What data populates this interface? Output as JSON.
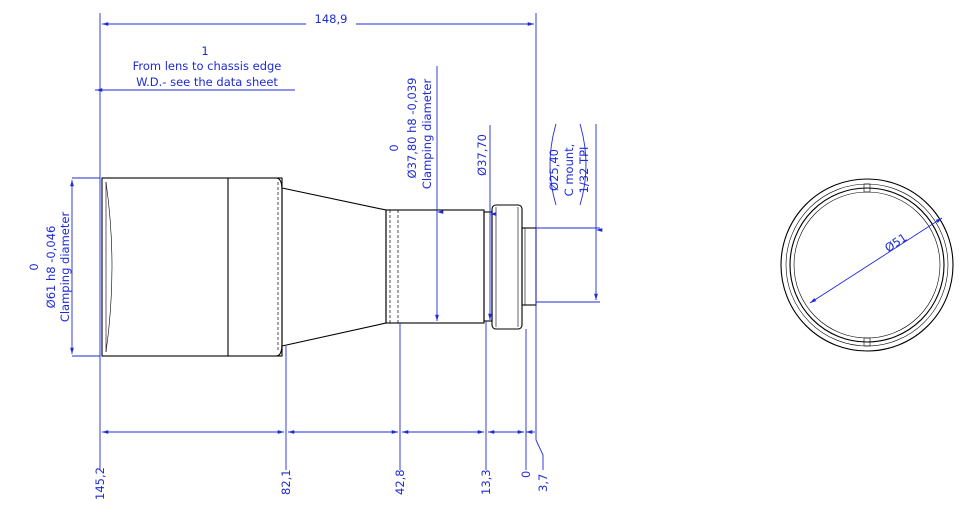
{
  "colors": {
    "outline": "#000000",
    "dimension": "#1e2bd6",
    "background": "#ffffff"
  },
  "dimensions": {
    "overall_length": "148,9",
    "note_value": "1",
    "note_line1": "From lens to chassis edge",
    "note_line2": "W.D.- see the data sheet",
    "front_dia_tol": "0",
    "front_dia": "Ø61 h8 -0,046",
    "front_dia_label": "Clamping diameter",
    "mid_dia_tol": "0",
    "mid_dia": "Ø37,80 h8 -0,039",
    "mid_dia_label": "Clamping diameter",
    "small_dia": "Ø37,70",
    "mount_dia": "Ø25,40",
    "mount_type": "C mount,",
    "mount_thread": "1/32 TPI",
    "end_view_dia": "Ø51"
  },
  "positions": {
    "p1": "145,2",
    "p2": "82,1",
    "p3": "42,8",
    "p4": "13,3",
    "p5": "0",
    "p6": "3,7"
  }
}
